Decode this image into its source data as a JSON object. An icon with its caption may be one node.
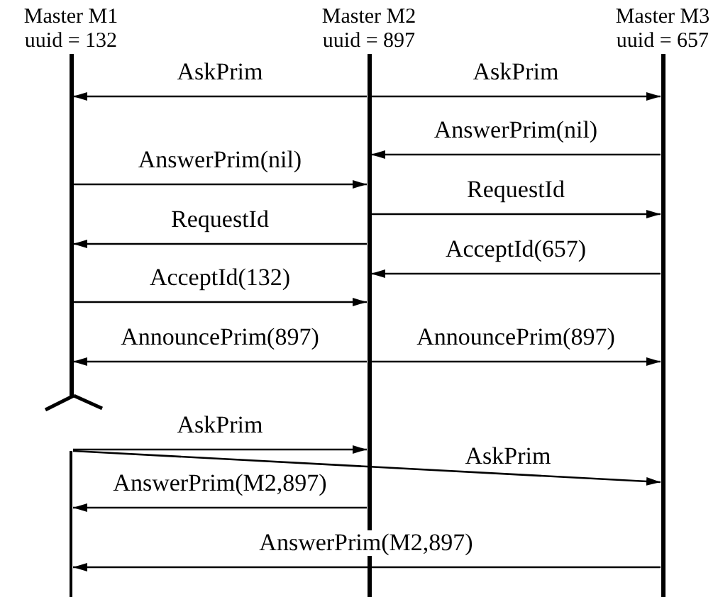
{
  "diagram": {
    "nodes": [
      {
        "text": [
          "Master M1",
          "uuid = 132"
        ]
      },
      {
        "text": [
          "Master M2",
          "uuid = 897"
        ]
      },
      {
        "text": [
          "Master M3",
          "uuid = 657"
        ]
      }
    ],
    "edges": [
      {
        "from": 1,
        "to": 0,
        "arrow": "to",
        "label": "AskPrim"
      },
      {
        "from": 1,
        "to": 2,
        "arrow": "to",
        "label": "AskPrim"
      },
      {
        "from": 2,
        "to": 1,
        "arrow": "to",
        "label": "AnswerPrim(nil)"
      },
      {
        "from": 0,
        "to": 1,
        "arrow": "to",
        "label": "AnswerPrim(nil)"
      },
      {
        "from": 1,
        "to": 2,
        "arrow": "to",
        "label": "RequestId"
      },
      {
        "from": 1,
        "to": 0,
        "arrow": "to",
        "label": "RequestId"
      },
      {
        "from": 2,
        "to": 1,
        "arrow": "to",
        "label": "AcceptId(657)"
      },
      {
        "from": 0,
        "to": 1,
        "arrow": "to",
        "label": "AcceptId(132)"
      },
      {
        "from": 1,
        "to": 0,
        "arrow": "to",
        "label": "AnnouncePrim(897)"
      },
      {
        "from": 1,
        "to": 2,
        "arrow": "to",
        "label": "AnnouncePrim(897)"
      },
      {
        "from": 0,
        "to": 1,
        "arrow": "to",
        "label": "AskPrim"
      },
      {
        "from": 0,
        "to": 2,
        "arrow": "to",
        "label": "AskPrim"
      },
      {
        "from": 1,
        "to": 0,
        "arrow": "to",
        "label": "AnswerPrim(M2,897)"
      },
      {
        "from": 2,
        "to": 0,
        "arrow": "to",
        "label": "AnswerPrim(M2,897)"
      }
    ]
  }
}
